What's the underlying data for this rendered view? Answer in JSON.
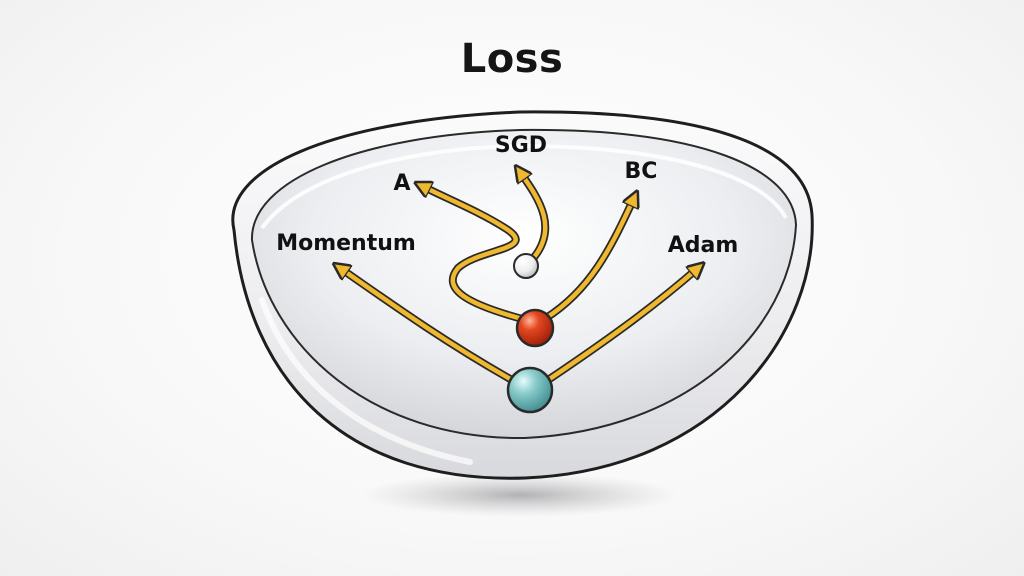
{
  "title": "Loss",
  "labels": {
    "sgd": "SGD",
    "a": "A",
    "bc": "BC",
    "momentum": "Momentum",
    "adam": "Adam"
  },
  "colors": {
    "path": "#f0b82e",
    "path_outline": "#2a2a2a",
    "ball_top": "#ffffff",
    "ball_middle": "#d83a1c",
    "ball_bottom": "#6fb6b8",
    "bowl_inner": "#e3e4e8",
    "bowl_outer": "#f2f2f4"
  },
  "icons": [
    "white-ball",
    "red-ball",
    "teal-ball"
  ]
}
